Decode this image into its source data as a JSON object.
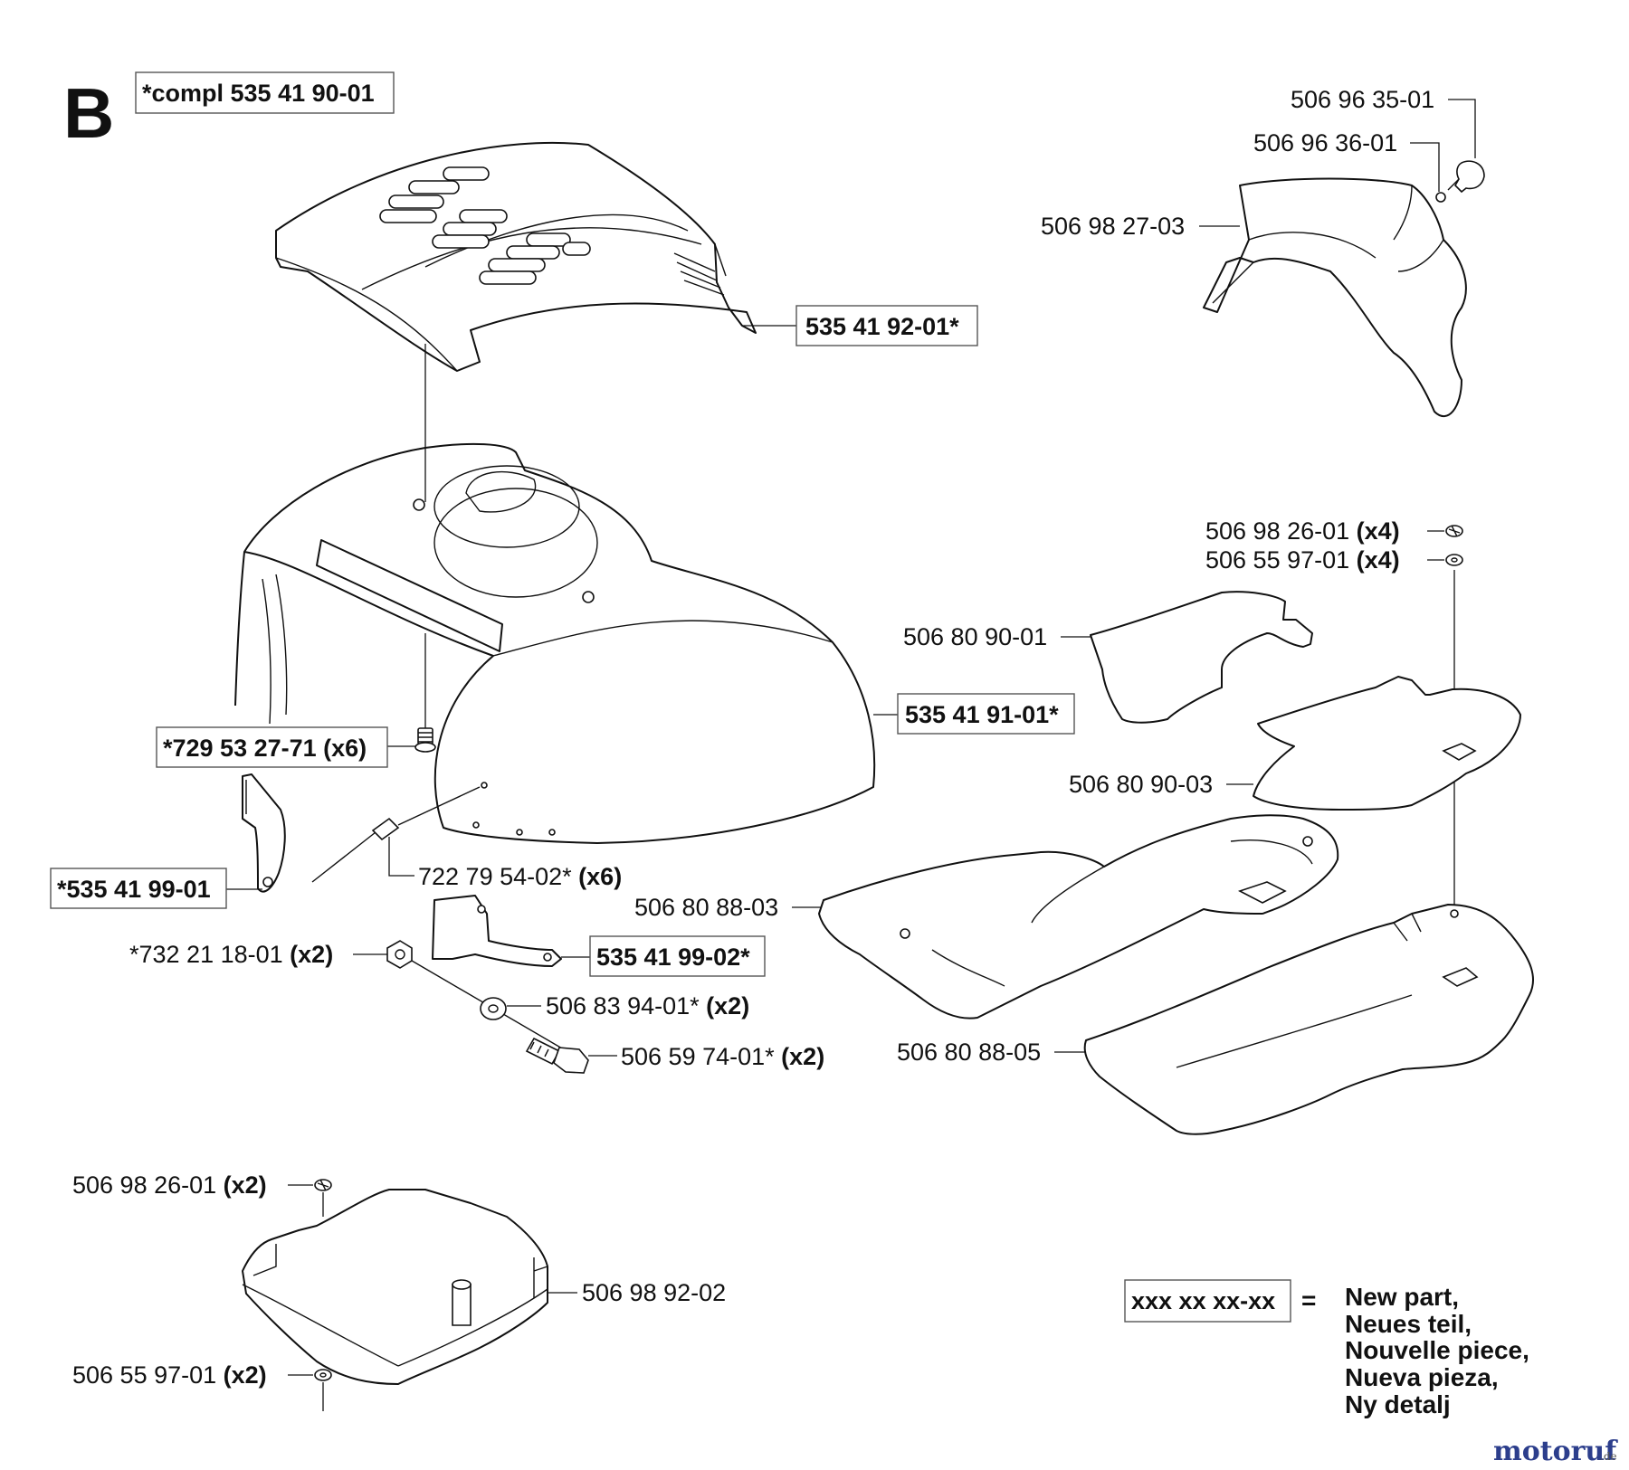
{
  "section_letter": "B",
  "complete_kit_label": "*compl 535 41 90-01",
  "callouts": {
    "p535_41_92_01": {
      "code": "535 41 92-01*",
      "qty": ""
    },
    "p535_41_91_01": {
      "code": "535 41 91-01*",
      "qty": ""
    },
    "p729_53_27_71": {
      "code": "*729 53 27-71 (x6)",
      "qty": ""
    },
    "p535_41_99_01": {
      "code": "*535 41 99-01",
      "qty": ""
    },
    "p722_79_54_02": {
      "code": "722 79 54-02*",
      "qty": "(x6)"
    },
    "p732_21_18_01": {
      "code": "*732 21 18-01",
      "qty": "(x2)"
    },
    "p535_41_99_02": {
      "code": "535 41 99-02*",
      "qty": ""
    },
    "p506_83_94_01": {
      "code": "506 83 94-01*",
      "qty": "(x2)"
    },
    "p506_59_74_01": {
      "code": "506 59 74-01*",
      "qty": "(x2)"
    },
    "p506_96_35_01": {
      "code": "506 96 35-01",
      "qty": ""
    },
    "p506_96_36_01": {
      "code": "506 96 36-01",
      "qty": ""
    },
    "p506_98_27_03": {
      "code": "506 98 27-03",
      "qty": ""
    },
    "p506_98_26_01_x4": {
      "code": "506 98 26-01",
      "qty": "(x4)"
    },
    "p506_55_97_01_x4": {
      "code": "506 55 97-01",
      "qty": "(x4)"
    },
    "p506_80_90_01": {
      "code": "506 80 90-01",
      "qty": ""
    },
    "p506_80_90_03": {
      "code": "506 80 90-03",
      "qty": ""
    },
    "p506_80_88_03": {
      "code": "506 80 88-03",
      "qty": ""
    },
    "p506_80_88_05": {
      "code": "506 80 88-05",
      "qty": ""
    },
    "p506_98_26_01_x2": {
      "code": "506 98 26-01",
      "qty": "(x2)"
    },
    "p506_98_92_02": {
      "code": "506 98 92-02",
      "qty": ""
    },
    "p506_55_97_01_x2": {
      "code": "506 55 97-01",
      "qty": "(x2)"
    }
  },
  "legend": {
    "placeholder": "xxx xx xx-xx",
    "equals": "=",
    "lines": [
      "New part,",
      "Neues teil,",
      "Nouvelle piece,",
      "Nueva pieza,",
      "Ny detalj"
    ]
  },
  "watermark": {
    "text": "motoruf",
    "suffix": ".de"
  },
  "colors": {
    "watermark_red": "#c0392b",
    "watermark_blue": "#2c3e8c"
  }
}
